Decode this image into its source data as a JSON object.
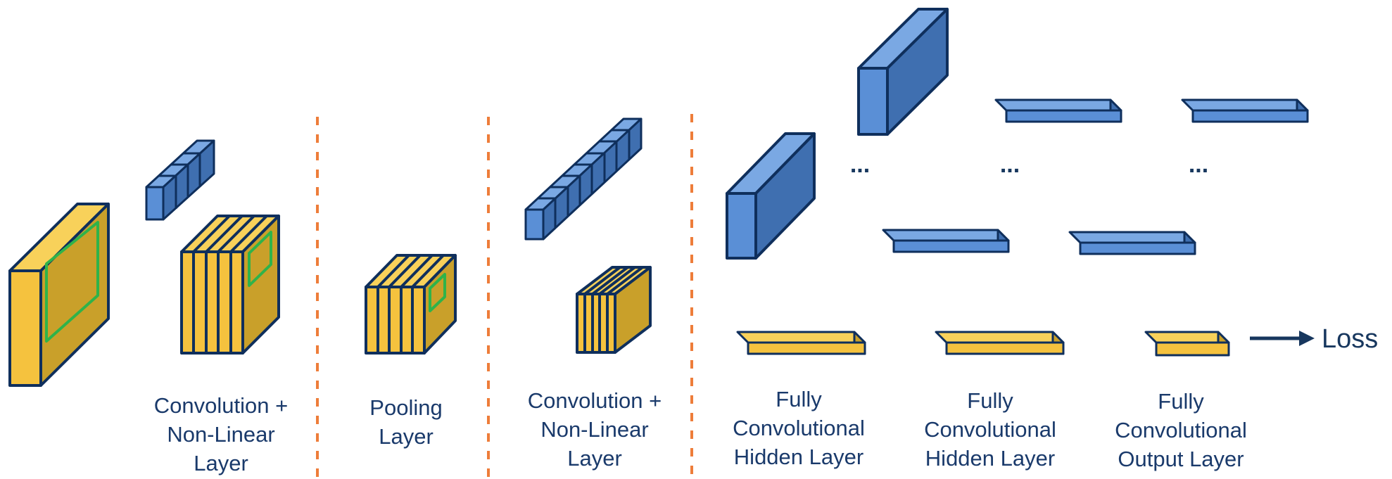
{
  "labels": {
    "conv1": [
      "Convolution +",
      "Non-Linear",
      "Layer"
    ],
    "pool": [
      "Pooling",
      "Layer"
    ],
    "conv2": [
      "Convolution +",
      "Non-Linear",
      "Layer"
    ],
    "fc1": [
      "Fully",
      "Convolutional",
      "Hidden Layer"
    ],
    "fc2": [
      "Fully",
      "Convolutional",
      "Hidden Layer"
    ],
    "fc3": [
      "Fully",
      "Convolutional",
      "Output Layer"
    ]
  },
  "ellipsis": "...",
  "loss_label": "Loss",
  "colors": {
    "yellow_front": "#f5c23e",
    "yellow_top": "#f8d15a",
    "yellow_side": "#c9a02a",
    "blue_front": "#5a8fd6",
    "blue_top": "#7aa8e3",
    "blue_side": "#3f6fb0",
    "outline": "#0f2f5c",
    "green": "#2fb34a",
    "divider": "#ee7d3a",
    "arrow": "#17375e"
  }
}
